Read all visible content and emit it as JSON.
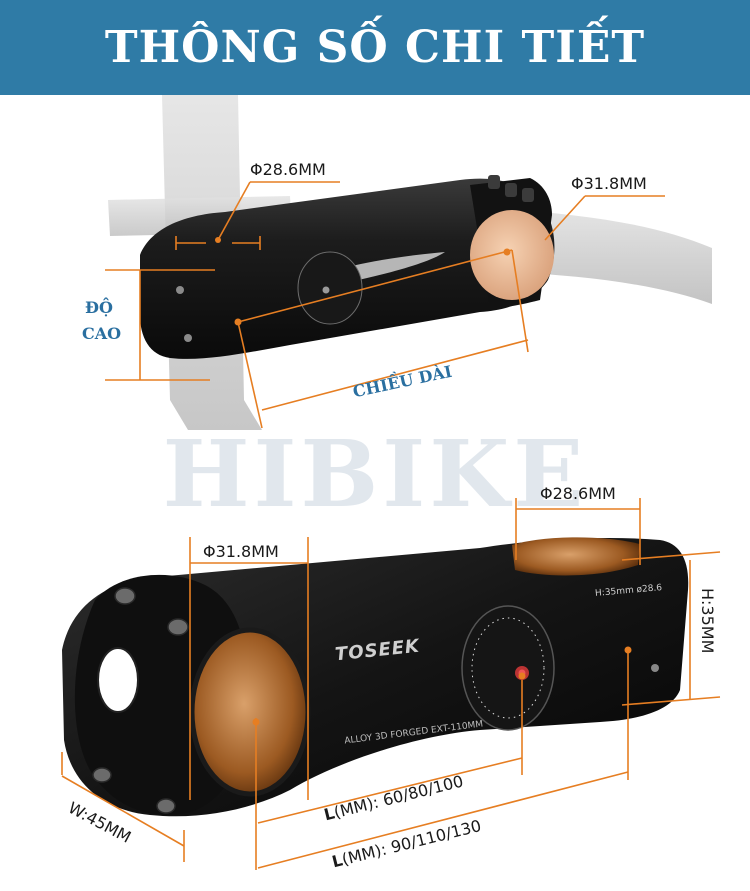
{
  "header": {
    "title": "THÔNG SỐ CHI TIẾT"
  },
  "watermark": {
    "text": "HIBIKE"
  },
  "top_diagram": {
    "steerer_dia": "Φ28.6MM",
    "bar_dia": "Φ31.8MM",
    "height_line1": "ĐỘ",
    "height_line2": "CAO",
    "length": "CHIỀU DÀI"
  },
  "bottom_diagram": {
    "steerer_dia": "Φ28.6MM",
    "bar_dia": "Φ31.8MM",
    "height": "H:35MM",
    "width": "W:45MM",
    "length_short_prefix": "L",
    "length_short_unit": "(MM):",
    "length_short_values": "60/80/100",
    "length_long_prefix": "L",
    "length_long_unit": "(MM):",
    "length_long_values": "90/110/130",
    "brand_logo": "TOSEEK",
    "side_text": "ALLOY 3D FORGED EXT-110MM",
    "cap_text": "H:35mm ø28.6"
  },
  "colors": {
    "header_bg": "#2f7ba6",
    "accent": "#e67e22",
    "label_blue": "#2a6fa0"
  }
}
